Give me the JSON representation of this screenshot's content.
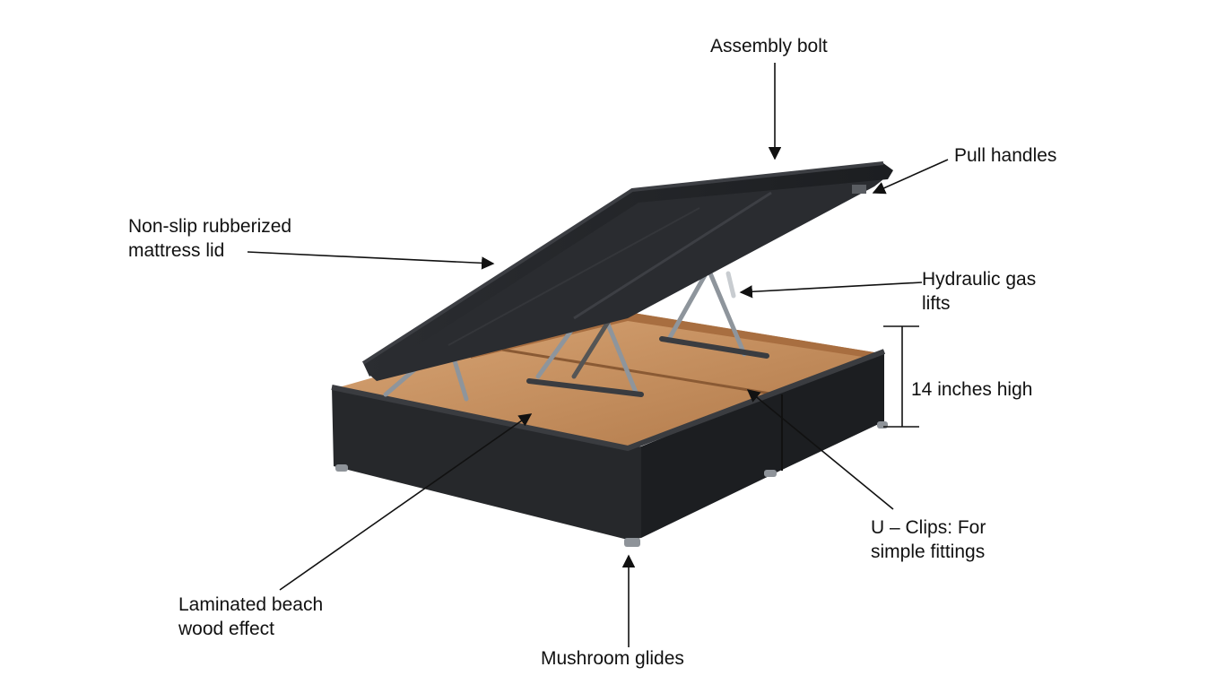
{
  "diagram": {
    "labels": {
      "assembly_bolt": "Assembly bolt",
      "pull_handles": "Pull handles",
      "mattress_lid": [
        "Non-slip rubberized",
        "mattress  lid"
      ],
      "gas_lifts": [
        "Hydraulic gas",
        "lifts"
      ],
      "height": "14 inches high",
      "u_clips": [
        "U – Clips: For",
        "simple fittings"
      ],
      "wood_effect": [
        "Laminated beach",
        "wood effect"
      ],
      "glides": "Mushroom glides"
    }
  },
  "colors": {
    "fabric": "#26282b",
    "fabric_dark": "#15171a",
    "wood": "#c08a5c",
    "wood_light": "#d7a77a",
    "metal": "#9aa0a6",
    "line": "#111111"
  }
}
